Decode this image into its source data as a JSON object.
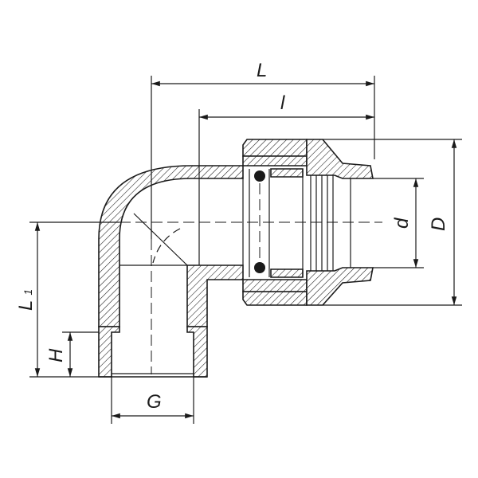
{
  "labels": {
    "L": "L",
    "l": "l",
    "D": "D",
    "d": "d",
    "L1_main": "L",
    "L1_sub": "1",
    "H": "H",
    "G": "G"
  },
  "colors": {
    "line": "#1a1a1a",
    "background": "#ffffff"
  }
}
